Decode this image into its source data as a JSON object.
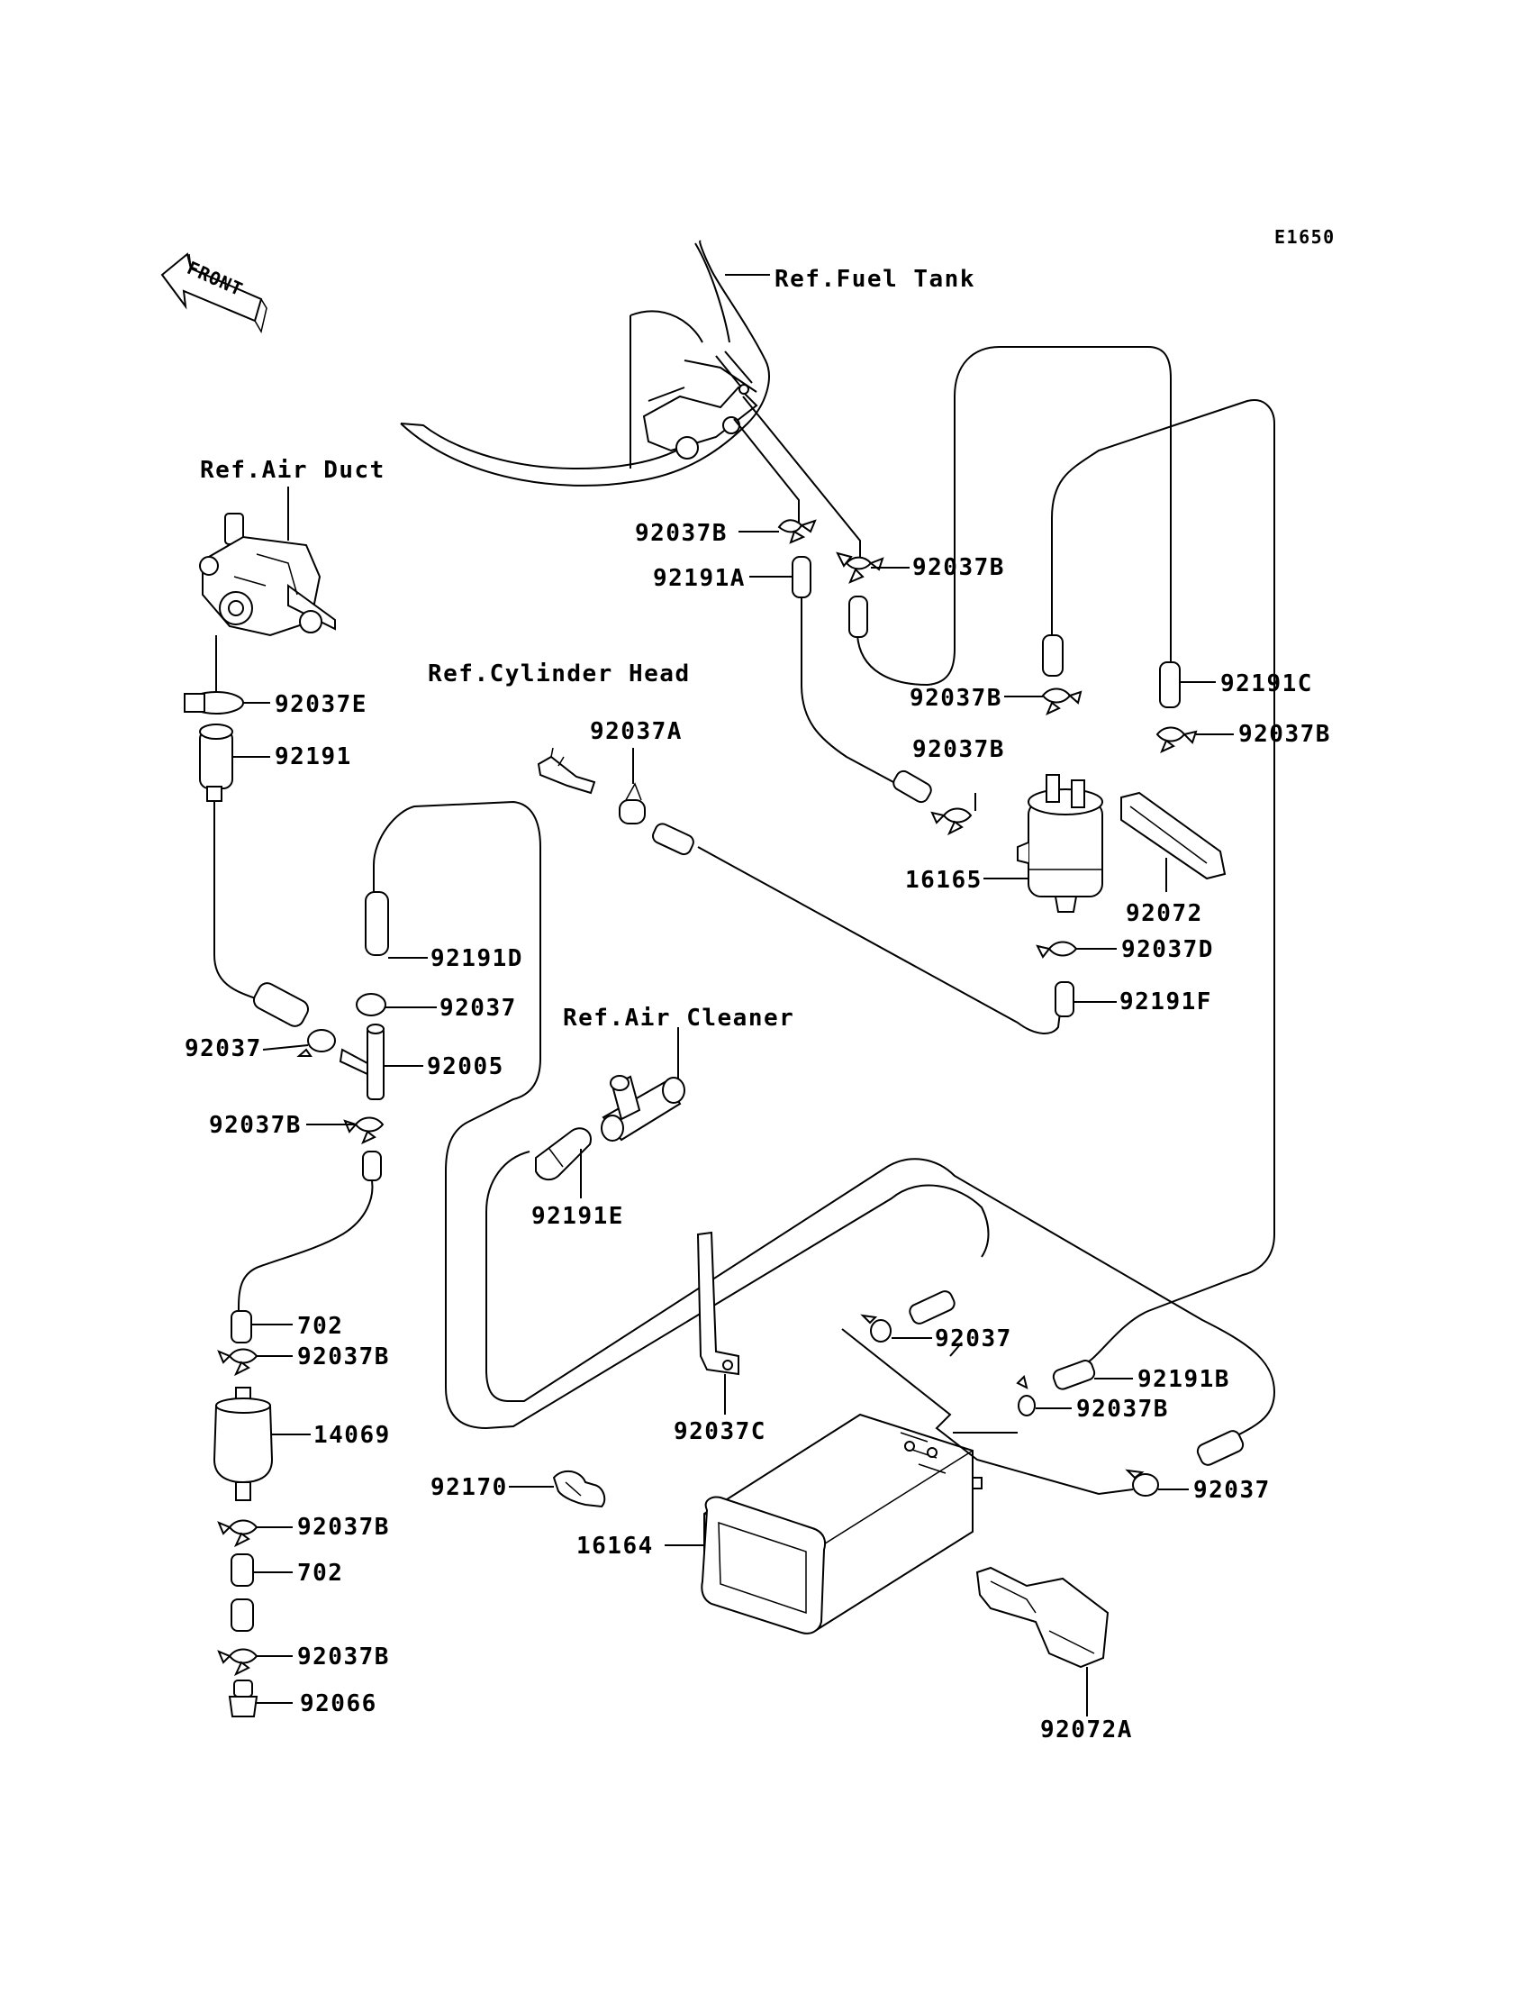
{
  "diagram_code": "E1650",
  "front_label": "FRONT",
  "references": {
    "fuel_tank": "Ref.Fuel Tank",
    "air_duct": "Ref.Air Duct",
    "cylinder_head": "Ref.Cylinder Head",
    "air_cleaner": "Ref.Air Cleaner"
  },
  "part_labels": {
    "p92037B_tank_left": "92037B",
    "p92037B_tank_right": "92037B",
    "p92191A": "92191A",
    "p92037B_mid": "92037B",
    "p92191C": "92191C",
    "p92037B_right": "92037B",
    "p92037B_filter": "92037B",
    "p16165": "16165",
    "p92072": "92072",
    "p92037D": "92037D",
    "p92191F": "92191F",
    "p92037E": "92037E",
    "p92191": "92191",
    "p92037A": "92037A",
    "p92191D": "92191D",
    "p92037_upper": "92037",
    "p92037_left": "92037",
    "p92005": "92005",
    "p92037B_left1": "92037B",
    "p92191E": "92191E",
    "p702_upper": "702",
    "p92037B_left2": "92037B",
    "p14069": "14069",
    "p92037_canister_top": "92037",
    "p92191B": "92191B",
    "p92037B_canister": "92037B",
    "p92037C": "92037C",
    "p92037_canister_right": "92037",
    "p92170": "92170",
    "p16164": "16164",
    "p92037B_left3": "92037B",
    "p702_lower": "702",
    "p92037B_left4": "92037B",
    "p92066": "92066",
    "p92072A": "92072A"
  }
}
